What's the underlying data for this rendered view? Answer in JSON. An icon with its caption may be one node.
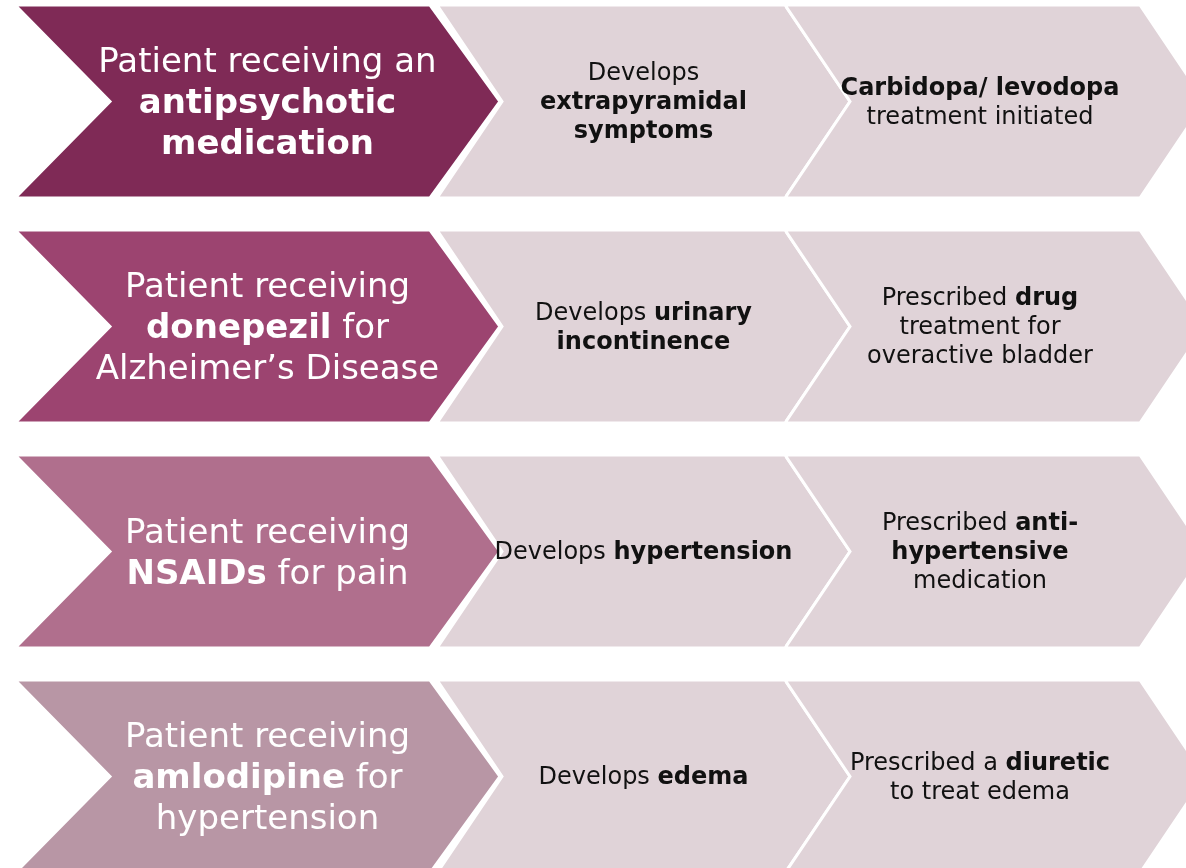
{
  "diagram": {
    "nodes": [
      {
        "text": [
          "Patient receiving an **antipsychotic medication**"
        ]
      },
      {
        "text": [
          "Develops **extrapyramidal symptoms**"
        ]
      },
      {
        "text": [
          "**Carbidopa/ levodopa** treatment initiated"
        ]
      },
      {
        "text": [
          "Patient receiving **donepezil** for Alzheimer’s Disease"
        ]
      },
      {
        "text": [
          "Develops **urinary incontinence**"
        ]
      },
      {
        "text": [
          "Prescribed **drug** treatment for overactive bladder"
        ]
      },
      {
        "text": [
          "Patient receiving **NSAIDs** for pain"
        ]
      },
      {
        "text": [
          "Develops **hypertension**"
        ]
      },
      {
        "text": [
          "Prescribed **anti-hypertensive** medication"
        ]
      },
      {
        "text": [
          "Patient receiving **amlodipine** for hypertension"
        ]
      },
      {
        "text": [
          "Develops **edema**"
        ]
      },
      {
        "text": [
          "Prescribed a **diuretic** to treat edema"
        ]
      }
    ]
  }
}
